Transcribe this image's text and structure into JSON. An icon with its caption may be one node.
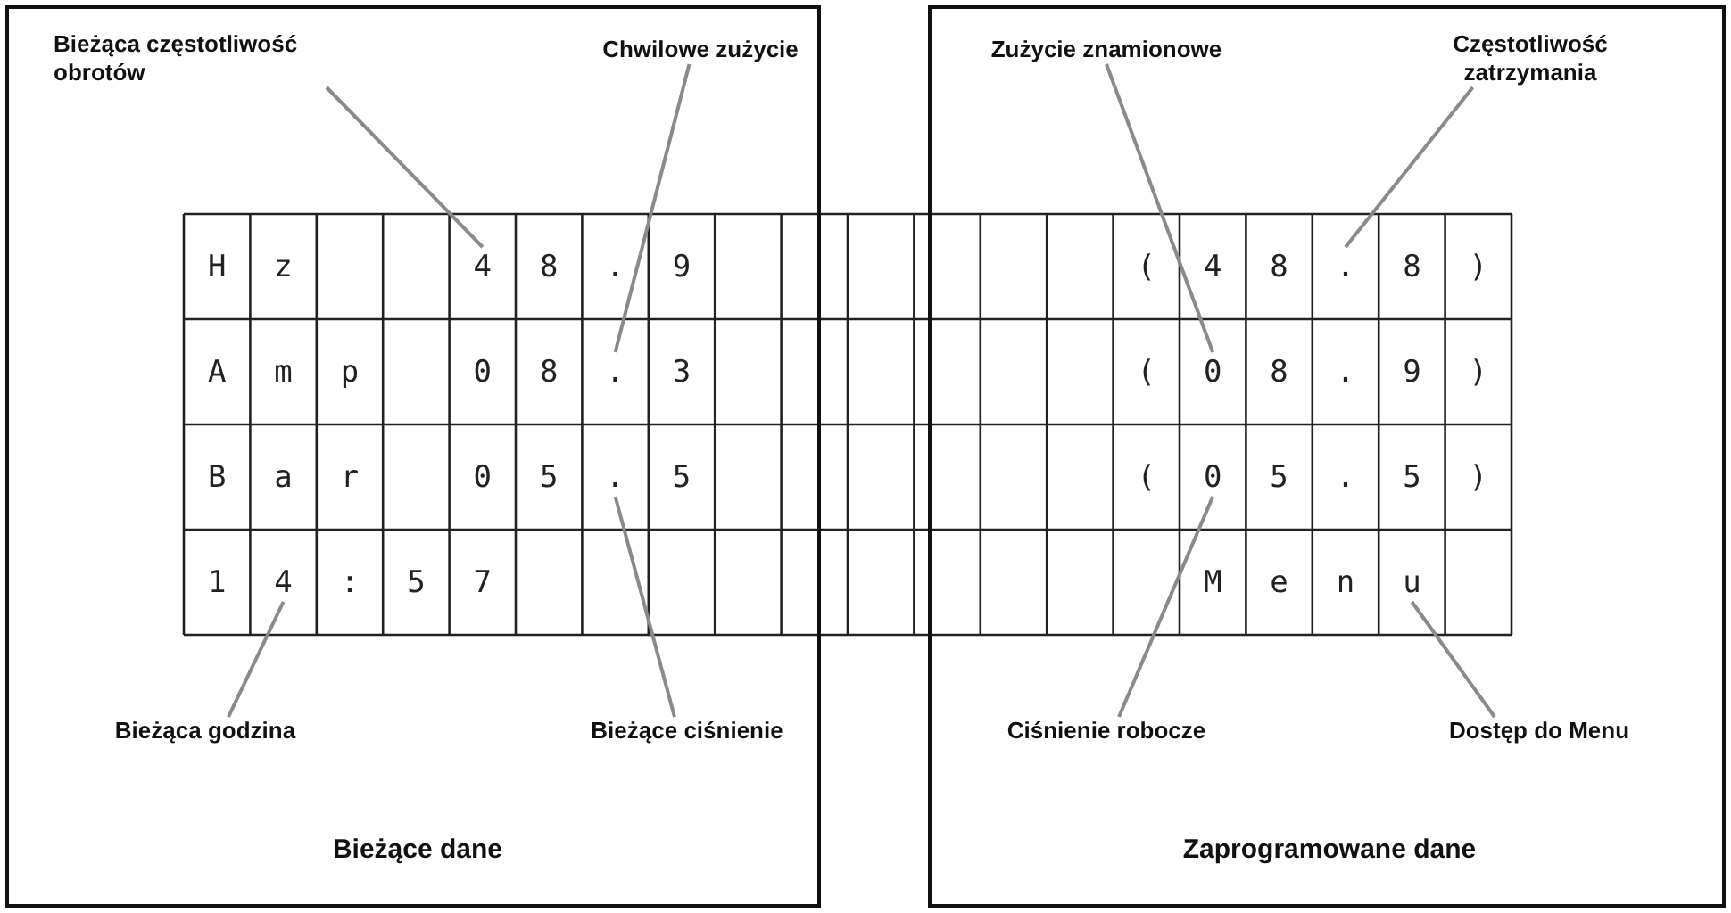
{
  "diagram": {
    "nodes": [
      {
        "text": [
          "Bieżące dane"
        ]
      },
      {
        "text": [
          "Bieżąca częstotliwość obrotów"
        ],
        "in": 0
      },
      {
        "text": [
          "Chwilowe zużycie"
        ],
        "in": 0
      },
      {
        "text": [
          "4"
        ],
        "in": 0
      },
      {
        "text": [
          "."
        ],
        "in": 0
      },
      {
        "text": [
          "4"
        ],
        "in": 0
      },
      {
        "text": [
          "."
        ],
        "in": 0
      },
      {
        "text": [
          "Bieżąca godzina"
        ],
        "in": 0
      },
      {
        "text": [
          "Bieżące ciśnienie"
        ],
        "in": 0
      },
      {
        "text": [
          "Zaprogramowane dane"
        ]
      },
      {
        "text": [
          "Zużycie znamionowe"
        ],
        "in": 9
      },
      {
        "text": [
          "Częstotliwość zatrzymania"
        ],
        "in": 9
      },
      {
        "text": [
          "."
        ],
        "in": 9
      },
      {
        "text": [
          "0"
        ],
        "in": 9
      },
      {
        "text": [
          "0"
        ],
        "in": 9
      },
      {
        "text": [
          "u"
        ],
        "in": 9
      },
      {
        "text": [
          "Ciśnienie robocze"
        ],
        "in": 9
      },
      {
        "text": [
          "Dostęp do Menu"
        ],
        "in": 9
      }
    ],
    "edges": [
      {
        "from": 1,
        "to": 3,
        "arrow": "none"
      },
      {
        "from": 2,
        "to": 4,
        "arrow": "none"
      },
      {
        "from": 7,
        "to": 5,
        "arrow": "none"
      },
      {
        "from": 8,
        "to": 6,
        "arrow": "none"
      },
      {
        "from": 10,
        "to": 13,
        "arrow": "none"
      },
      {
        "from": 11,
        "to": 12,
        "arrow": "none"
      },
      {
        "from": 16,
        "to": 14,
        "arrow": "none"
      },
      {
        "from": 17,
        "to": 15,
        "arrow": "none"
      }
    ],
    "labels": [
      "H",
      "z",
      "8",
      ".",
      "9",
      "(",
      "4",
      "8",
      "8",
      ")",
      "A",
      "m",
      "p",
      "0",
      "8",
      "3",
      "(",
      "8",
      ".",
      "9",
      ")",
      "B",
      "a",
      "r",
      "0",
      "5",
      "5",
      "(",
      "5",
      ".",
      "5",
      ")",
      "1",
      ":",
      "5",
      "7",
      "M",
      "e",
      "n"
    ]
  }
}
